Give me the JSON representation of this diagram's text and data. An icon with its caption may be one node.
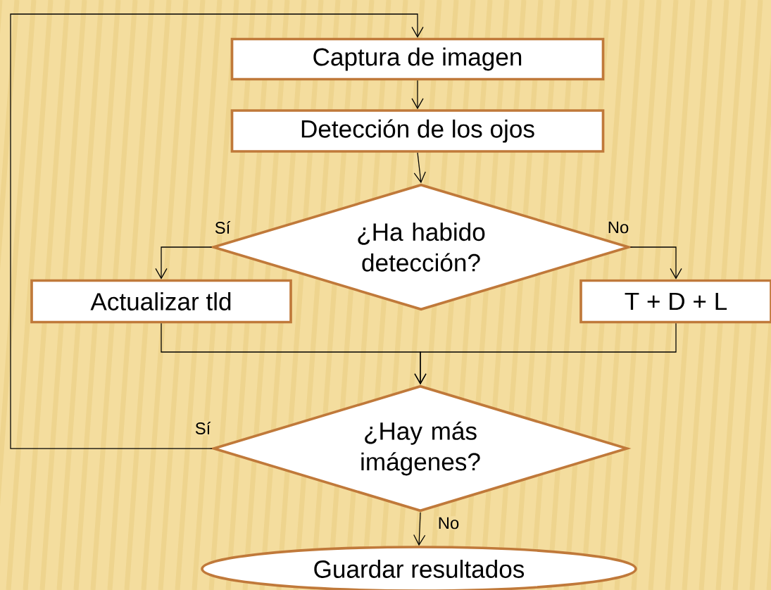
{
  "diagram": {
    "nodes": [
      {
        "text": [
          "Captura de imagen"
        ]
      },
      {
        "text": [
          "Detección de los ojos"
        ]
      },
      {
        "text": [
          "¿Ha habido detección?"
        ]
      },
      {
        "text": [
          "Actualizar tld"
        ]
      },
      {
        "text": [
          "T + D + L"
        ]
      },
      {
        "text": [
          "¿Hay más imágenes?"
        ]
      },
      {
        "text": [
          "Guardar resultados"
        ]
      }
    ],
    "edges": [
      {
        "from": 0,
        "to": 1,
        "arrow": "to"
      },
      {
        "from": 1,
        "to": 2,
        "arrow": "to"
      },
      {
        "from": 2,
        "to": 3,
        "arrow": "to",
        "label": "Sí"
      },
      {
        "from": 2,
        "to": 4,
        "arrow": "to",
        "label": "No"
      },
      {
        "from": 3,
        "to": 5,
        "arrow": "to"
      },
      {
        "from": 4,
        "to": 5,
        "arrow": "to"
      },
      {
        "from": 5,
        "to": 0,
        "arrow": "to",
        "label": "Sí"
      },
      {
        "from": 5,
        "to": 6,
        "arrow": "to",
        "label": "No"
      }
    ]
  }
}
